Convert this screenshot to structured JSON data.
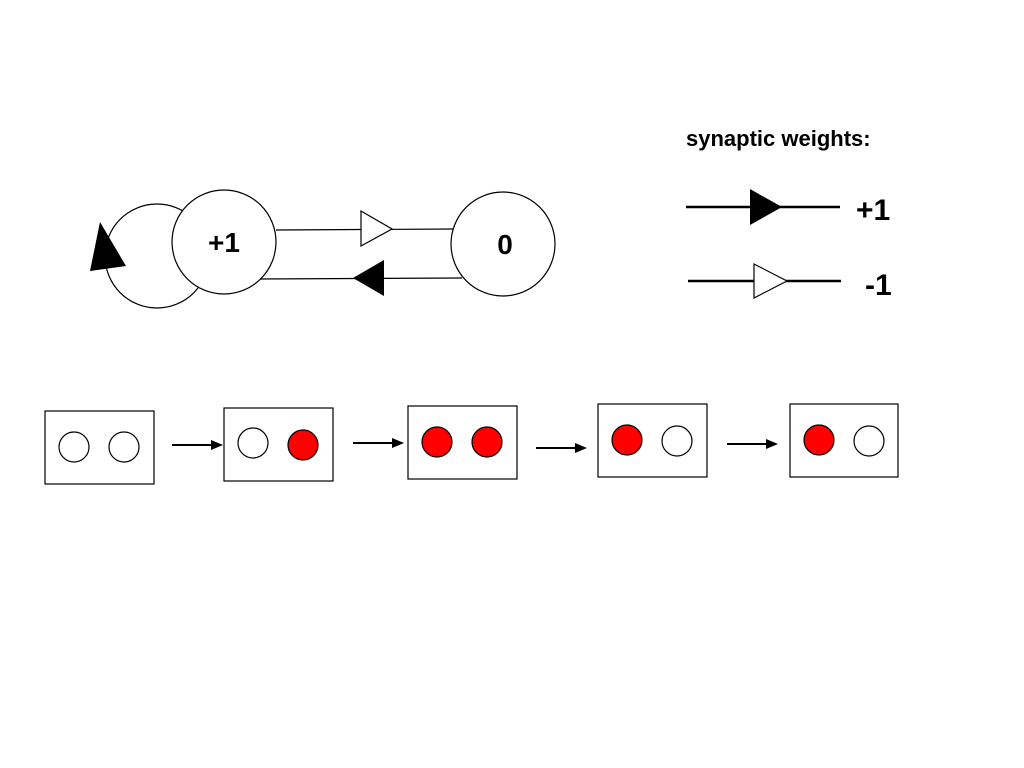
{
  "network": {
    "neurons": [
      {
        "id": "a",
        "label": "+1"
      },
      {
        "id": "b",
        "label": "0"
      }
    ],
    "synapses": [
      {
        "from": "a",
        "to": "a",
        "weight": 1
      },
      {
        "from": "a",
        "to": "b",
        "weight": -1
      },
      {
        "from": "b",
        "to": "a",
        "weight": 1
      }
    ]
  },
  "legend": {
    "title": "synaptic weights:",
    "items": [
      {
        "label": "+1",
        "weight": 1
      },
      {
        "label": "-1",
        "weight": -1
      }
    ]
  },
  "colors": {
    "active": "#ff0000",
    "inactive": "#ffffff",
    "stroke": "#000000"
  },
  "sequence": {
    "states": [
      [
        0,
        0
      ],
      [
        0,
        1
      ],
      [
        1,
        1
      ],
      [
        1,
        0
      ],
      [
        1,
        0
      ]
    ]
  }
}
